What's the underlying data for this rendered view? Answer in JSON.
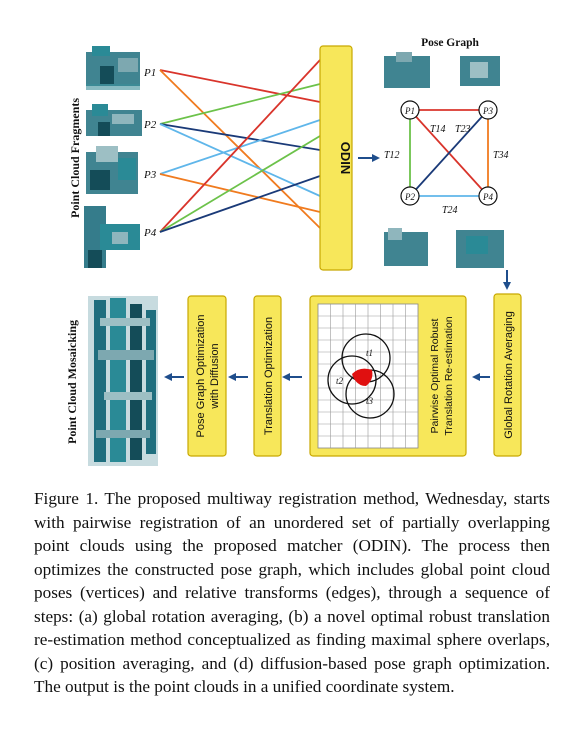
{
  "figure": {
    "left_column_label": "Point Cloud Fragments",
    "fragment_labels": [
      "P1",
      "P2",
      "P3",
      "P4"
    ],
    "matcher_label": "ODIN",
    "pose_graph_title": "Pose Graph",
    "graph_nodes": [
      "P1",
      "P3",
      "P2",
      "P4"
    ],
    "edge_labels": [
      "T14",
      "T23",
      "T12",
      "T34",
      "T24"
    ],
    "step_boxes": [
      "Global Rotation Averaging",
      "Pairwise Optimal Robust Translation Re-estimation",
      "Translation Optimization",
      "Pose Graph Optimization with Diffusion"
    ],
    "circle_labels": [
      "t1",
      "t2",
      "t3"
    ],
    "output_label": "Point Cloud Mosaicking",
    "colors": {
      "box_fill": "#f7e75a",
      "box_border": "#c8a800",
      "arrow": "#1f4e8c",
      "line_red": "#d9342b",
      "line_green": "#6cc24a",
      "line_navy": "#1a3a78",
      "line_lightblue": "#5fb6ea",
      "line_orange": "#f07b1f",
      "overlap_red": "#e01010",
      "fragment_teal": "#1f6e7e"
    }
  },
  "caption": {
    "label": "Figure 1.",
    "text": "The proposed multiway registration method, Wednesday, starts with pairwise registration of an unordered set of partially overlapping point clouds using the proposed matcher (ODIN). The process then optimizes the constructed pose graph, which includes global point cloud poses (vertices) and relative transforms (edges), through a sequence of steps: (a) global rotation averaging, (b) a novel optimal robust translation re-estimation method conceptualized as finding maximal sphere overlaps, (c) position averaging, and (d) diffusion-based pose graph optimization. The output is the point clouds in a unified coordinate system."
  }
}
